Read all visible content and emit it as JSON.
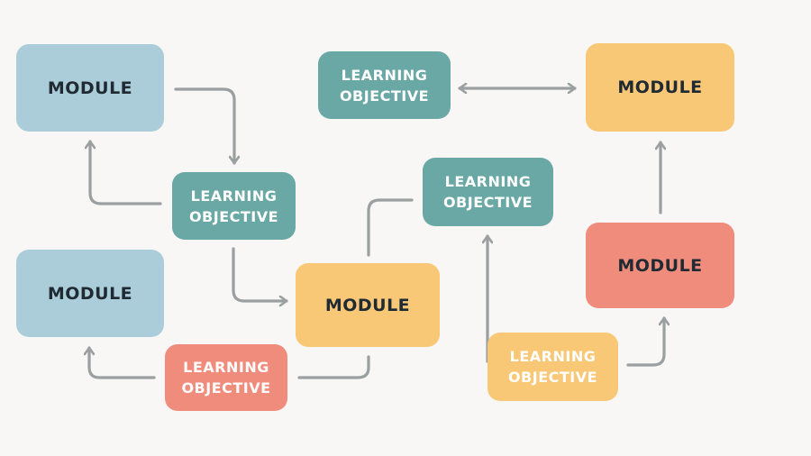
{
  "diagram": {
    "background": "#f8f7f5",
    "arrow_color": "#9a9fa1",
    "colors": {
      "blue": "#abcdd9",
      "teal": "#6aa8a5",
      "yellow": "#f8c877",
      "salmon": "#f08c7c"
    },
    "nodes": [
      {
        "id": "m1",
        "type": "module",
        "label": "MODULE",
        "color": "blue"
      },
      {
        "id": "lo1",
        "type": "learning-objective",
        "line1": "LEARNING",
        "line2": "OBJECTIVE",
        "color": "teal"
      },
      {
        "id": "m2",
        "type": "module",
        "label": "MODULE",
        "color": "blue"
      },
      {
        "id": "lo2",
        "type": "learning-objective",
        "line1": "LEARNING",
        "line2": "OBJECTIVE",
        "color": "salmon"
      },
      {
        "id": "m3",
        "type": "module",
        "label": "MODULE",
        "color": "yellow"
      },
      {
        "id": "lo3",
        "type": "learning-objective",
        "line1": "LEARNING",
        "line2": "OBJECTIVE",
        "color": "teal"
      },
      {
        "id": "lo4",
        "type": "learning-objective",
        "line1": "LEARNING",
        "line2": "OBJECTIVE",
        "color": "teal"
      },
      {
        "id": "m4",
        "type": "module",
        "label": "MODULE",
        "color": "yellow"
      },
      {
        "id": "m5",
        "type": "module",
        "label": "MODULE",
        "color": "salmon"
      },
      {
        "id": "lo5",
        "type": "learning-objective",
        "line1": "LEARNING",
        "line2": "OBJECTIVE",
        "color": "yellow"
      }
    ],
    "edges": [
      {
        "from": "m1",
        "to": "lo1"
      },
      {
        "from": "lo1",
        "to": "m1"
      },
      {
        "from": "lo1",
        "to": "m3"
      },
      {
        "from": "m3",
        "to": "lo4"
      },
      {
        "from": "m3",
        "to": "lo2"
      },
      {
        "from": "lo2",
        "to": "m2"
      },
      {
        "from": "lo3",
        "to": "m4",
        "bidirectional": true
      },
      {
        "from": "lo5",
        "to": "lo4"
      },
      {
        "from": "lo5",
        "to": "m5"
      },
      {
        "from": "m5",
        "to": "m4"
      }
    ]
  }
}
